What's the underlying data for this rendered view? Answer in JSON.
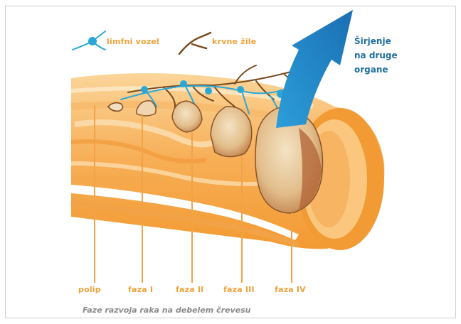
{
  "legend": {
    "lymph_node": "limfni vozel",
    "blood_vessels": "krvne žile"
  },
  "spread": {
    "line1": "Širjenje",
    "line2": "na druge",
    "line3": "organe"
  },
  "stages": [
    "polip",
    "faza I",
    "faza II",
    "faza III",
    "faza IV"
  ],
  "caption": "Faze razvoja raka na debelem črevesu",
  "colors": {
    "colon_outer": "#f6a64a",
    "colon_inner": "#fbd8a0",
    "lymph": "#29a8d8",
    "vessel": "#7a4a1e",
    "tumor": "#e8c79a",
    "tumor_dark": "#b4683a",
    "arrow": "#1f8fd0",
    "label": "#f0a23a"
  }
}
